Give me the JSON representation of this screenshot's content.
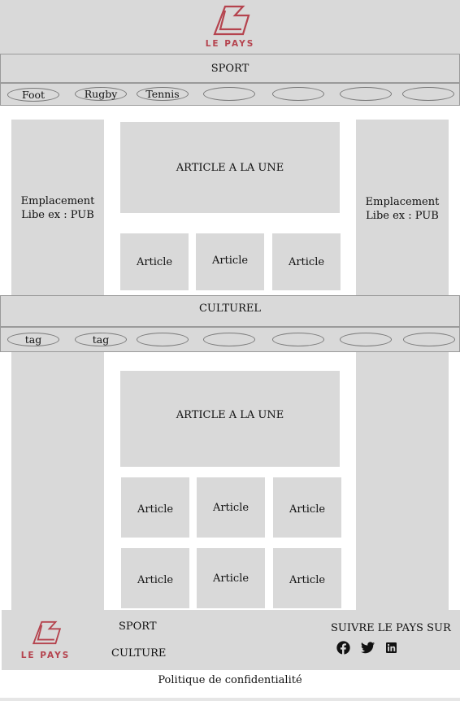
{
  "brand": {
    "name": "LE PAYS",
    "accent": "#b5434e"
  },
  "sport": {
    "title": "SPORT",
    "tags": [
      "Foot",
      "Rugby",
      "Tennis",
      "",
      "",
      "",
      ""
    ],
    "left_ad": {
      "line1": "Emplacement",
      "line2": "Libe ex : PUB"
    },
    "right_ad": {
      "line1": "Emplacement",
      "line2": "Libe ex : PUB"
    },
    "feature": "ARTICLE A LA UNE",
    "articles": [
      "Article",
      "Article",
      "Article"
    ]
  },
  "culture": {
    "title": "CULTUREL",
    "tags": [
      "tag",
      "tag",
      "",
      "",
      "",
      "",
      ""
    ],
    "feature": "ARTICLE A LA UNE",
    "articles": [
      "Article",
      "Article",
      "Article",
      "Article",
      "Article",
      "Article"
    ]
  },
  "footer": {
    "links": [
      "SPORT",
      "CULTURE"
    ],
    "follow": "SUIVRE LE PAYS SUR",
    "social_icons": [
      "facebook-icon",
      "twitter-icon",
      "linkedin-icon"
    ],
    "policy": "Politique de confidentialité"
  }
}
